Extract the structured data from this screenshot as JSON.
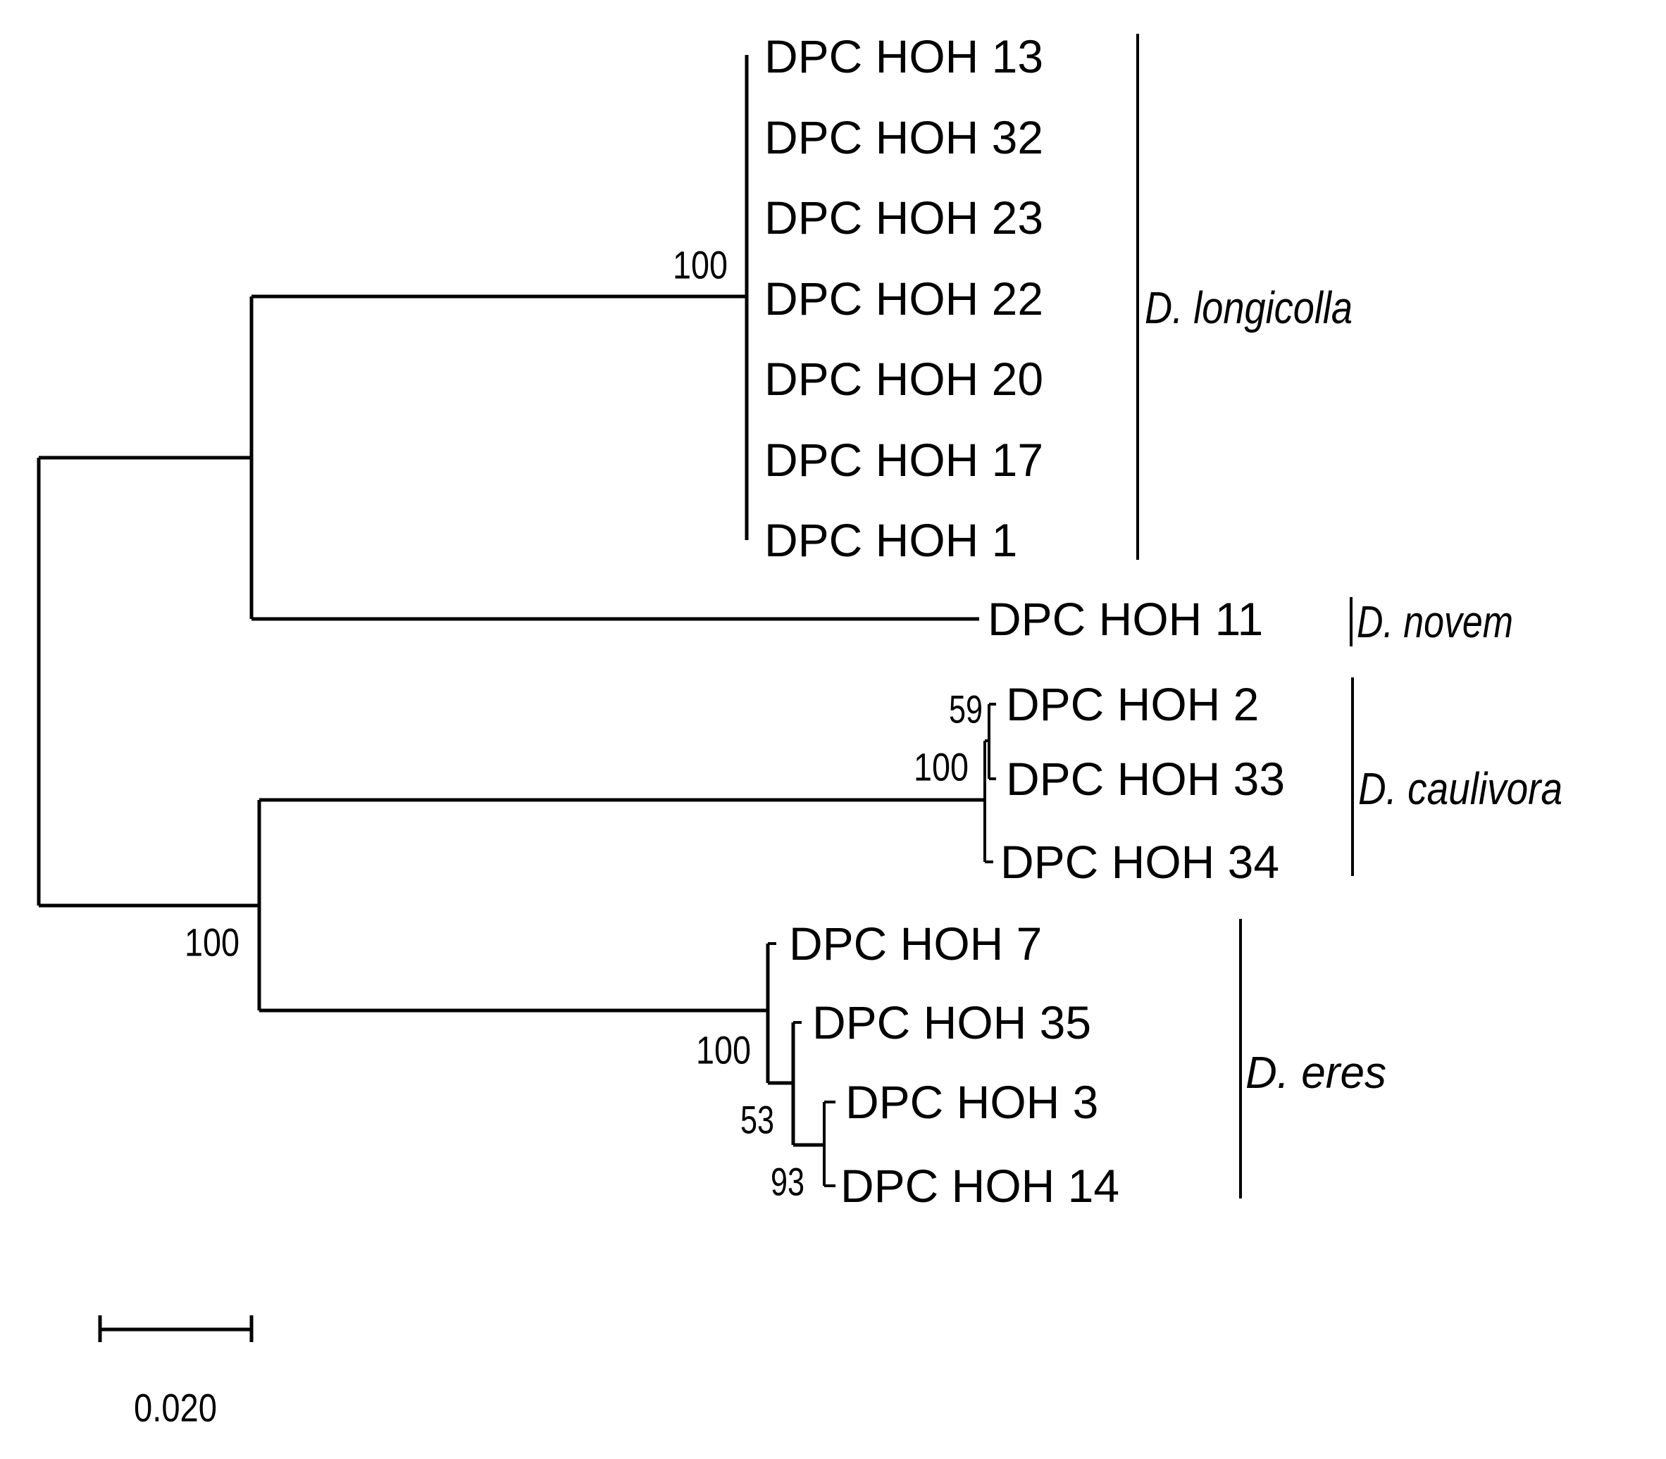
{
  "figure_type": "phylogenetic-tree",
  "colors": {
    "background": "#ffffff",
    "line": "#000000",
    "text": "#000000"
  },
  "tree": {
    "tips": {
      "longicolla": [
        "DPC HOH 13",
        "DPC HOH 32",
        "DPC HOH 23",
        "DPC HOH 22",
        "DPC HOH 20",
        "DPC HOH 17",
        "DPC HOH 1"
      ],
      "novem": [
        "DPC HOH 11"
      ],
      "caulivora": [
        "DPC HOH 2",
        "DPC HOH 33",
        "DPC HOH 34"
      ],
      "eres": [
        "DPC HOH 7",
        "DPC HOH 35",
        "DPC HOH 3",
        "DPC HOH 14"
      ]
    },
    "species_labels": {
      "longicolla": "D. longicolla",
      "novem": "D. novem",
      "caulivora": "D. caulivora",
      "eres": "D. eres"
    },
    "bootstraps": {
      "longicolla": "100",
      "basal": "100",
      "caulivora_crown": "100",
      "caulivora_cherry": "59",
      "eres_crown": "100",
      "eres_inner": "53",
      "eres_cherry": "93"
    },
    "scale_bar": {
      "label": "0.020"
    }
  }
}
